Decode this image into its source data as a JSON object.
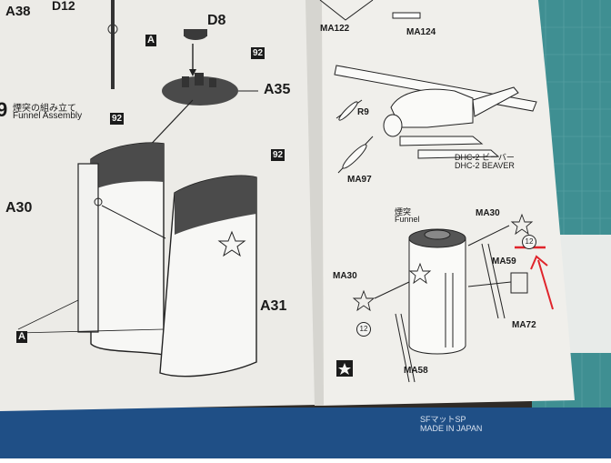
{
  "colors": {
    "paper": "#ecebe7",
    "paper_shadow": "#d6d5d0",
    "ink": "#1a1a1a",
    "mat_green": "#3f8f92",
    "mat_blue": "#1f4f86",
    "red_mark": "#e0242b",
    "table_dark": "#2f2b27"
  },
  "left_page": {
    "top_part_a38": "A38",
    "top_part_d12": "D12",
    "ref_a_top": "A",
    "part_d8": "D8",
    "glue_92_top": "92",
    "part_a35": "A35",
    "step_number": "9",
    "step_title_jp": "煙突の組み立て",
    "step_title_en": "Funnel Assembly",
    "glue_92_left": "92",
    "glue_92_right": "92",
    "part_a30": "A30",
    "part_a31": "A31",
    "ref_a_bottom": "A"
  },
  "right_page": {
    "part_ma122": "MA122",
    "part_ma124": "MA124",
    "part_r9": "R9",
    "part_ma97": "MA97",
    "aircraft_label_jp": "DHC-2 ビーバー",
    "aircraft_label_en": "DHC-2 BEAVER",
    "funnel_label_jp": "煙突",
    "funnel_label_en": "Funnel",
    "part_ma30_top": "MA30",
    "part_ma30_left": "MA30",
    "part_ma59": "MA59",
    "part_ma72": "MA72",
    "part_ma58": "MA58",
    "circled_12_right": "12",
    "circled_12_left": "12"
  },
  "mat": {
    "bottom_text_1": "SFマットSP",
    "bottom_text_2": "MADE IN JAPAN"
  }
}
